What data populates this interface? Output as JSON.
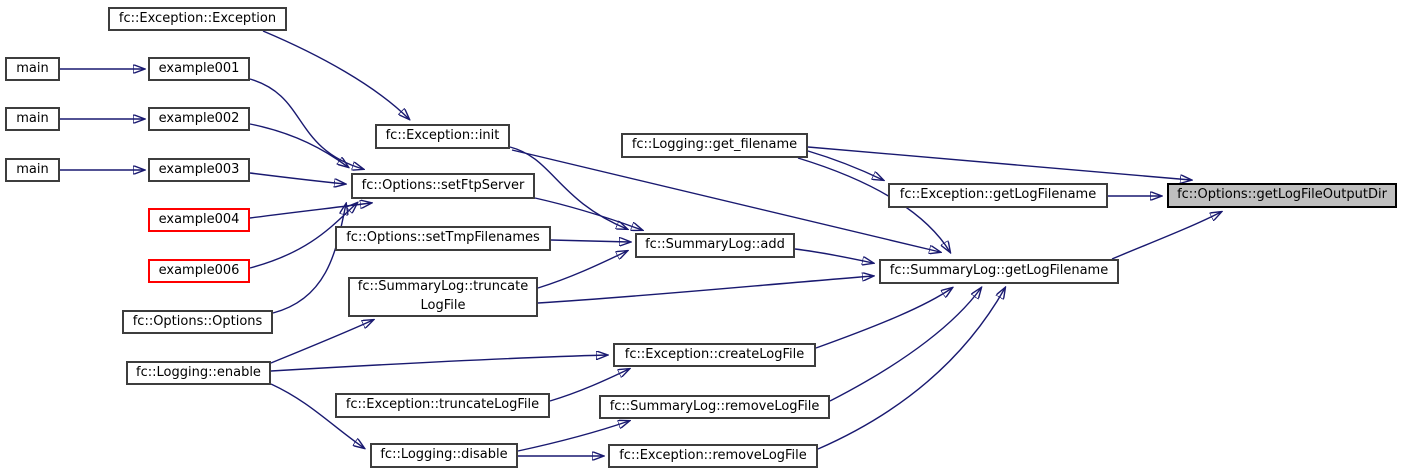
{
  "diagram": {
    "kind": "doxygen-caller-graph",
    "focus_node": "fc::Options::getLogFileOutputDir",
    "colors": {
      "edge": "#191970",
      "node_border": "#3d3d3d",
      "node_background": "#ffffff",
      "focus_background": "#bfbfbf",
      "focus_border": "#000000",
      "highlight_border": "#ff0000",
      "text": "#000000"
    }
  },
  "nodes": [
    {
      "id": "exception-exception",
      "label": "fc::Exception::Exception"
    },
    {
      "id": "main-1",
      "label": "main"
    },
    {
      "id": "example001",
      "label": "example001"
    },
    {
      "id": "main-2",
      "label": "main"
    },
    {
      "id": "example002",
      "label": "example002"
    },
    {
      "id": "main-3",
      "label": "main"
    },
    {
      "id": "example003",
      "label": "example003"
    },
    {
      "id": "example004",
      "label": "example004"
    },
    {
      "id": "example006",
      "label": "example006"
    },
    {
      "id": "options-options",
      "label": "fc::Options::Options"
    },
    {
      "id": "logging-enable",
      "label": "fc::Logging::enable"
    },
    {
      "id": "exception-init",
      "label": "fc::Exception::init"
    },
    {
      "id": "options-setftpserver",
      "label": "fc::Options::setFtpServer"
    },
    {
      "id": "options-settmpfilenames",
      "label": "fc::Options::setTmpFilenames"
    },
    {
      "id": "summarylog-truncatelogfile",
      "label": "fc::SummaryLog::truncate\nLogFile"
    },
    {
      "id": "logging-get-filename",
      "label": "fc::Logging::get_filename"
    },
    {
      "id": "summarylog-add",
      "label": "fc::SummaryLog::add"
    },
    {
      "id": "exception-getlogfilename",
      "label": "fc::Exception::getLogFilename"
    },
    {
      "id": "summarylog-getlogfilename",
      "label": "fc::SummaryLog::getLogFilename"
    },
    {
      "id": "options-getlogfileoutputdir",
      "label": "fc::Options::getLogFileOutputDir"
    },
    {
      "id": "exception-createlogfile",
      "label": "fc::Exception::createLogFile"
    },
    {
      "id": "exception-truncatelogfile",
      "label": "fc::Exception::truncateLogFile"
    },
    {
      "id": "summarylog-removelogfile",
      "label": "fc::SummaryLog::removeLogFile"
    },
    {
      "id": "logging-disable",
      "label": "fc::Logging::disable"
    },
    {
      "id": "exception-removelogfile",
      "label": "fc::Exception::removeLogFile"
    }
  ],
  "edges": [
    {
      "from": "main-1",
      "to": "example001"
    },
    {
      "from": "main-2",
      "to": "example002"
    },
    {
      "from": "main-3",
      "to": "example003"
    },
    {
      "from": "exception-exception",
      "to": "exception-init"
    },
    {
      "from": "example001",
      "to": "options-setftpserver"
    },
    {
      "from": "example002",
      "to": "options-setftpserver"
    },
    {
      "from": "example003",
      "to": "options-setftpserver"
    },
    {
      "from": "example004",
      "to": "options-setftpserver"
    },
    {
      "from": "example006",
      "to": "options-setftpserver"
    },
    {
      "from": "options-options",
      "to": "options-setftpserver"
    },
    {
      "from": "exception-init",
      "to": "summarylog-add"
    },
    {
      "from": "exception-init",
      "to": "summarylog-getlogfilename"
    },
    {
      "from": "options-setftpserver",
      "to": "summarylog-add"
    },
    {
      "from": "options-settmpfilenames",
      "to": "summarylog-add"
    },
    {
      "from": "summarylog-truncatelogfile",
      "to": "summarylog-add"
    },
    {
      "from": "summarylog-truncatelogfile",
      "to": "summarylog-getlogfilename"
    },
    {
      "from": "summarylog-add",
      "to": "summarylog-getlogfilename"
    },
    {
      "from": "logging-get-filename",
      "to": "exception-getlogfilename"
    },
    {
      "from": "logging-get-filename",
      "to": "options-getlogfileoutputdir"
    },
    {
      "from": "logging-get-filename",
      "to": "summarylog-getlogfilename"
    },
    {
      "from": "exception-getlogfilename",
      "to": "options-getlogfileoutputdir"
    },
    {
      "from": "summarylog-getlogfilename",
      "to": "options-getlogfileoutputdir"
    },
    {
      "from": "logging-enable",
      "to": "summarylog-truncatelogfile"
    },
    {
      "from": "logging-enable",
      "to": "exception-createlogfile"
    },
    {
      "from": "logging-enable",
      "to": "logging-disable"
    },
    {
      "from": "exception-truncatelogfile",
      "to": "exception-createlogfile"
    },
    {
      "from": "logging-disable",
      "to": "summarylog-removelogfile"
    },
    {
      "from": "logging-disable",
      "to": "exception-removelogfile"
    },
    {
      "from": "exception-createlogfile",
      "to": "summarylog-getlogfilename"
    },
    {
      "from": "summarylog-removelogfile",
      "to": "summarylog-getlogfilename"
    },
    {
      "from": "exception-removelogfile",
      "to": "summarylog-getlogfilename"
    }
  ]
}
